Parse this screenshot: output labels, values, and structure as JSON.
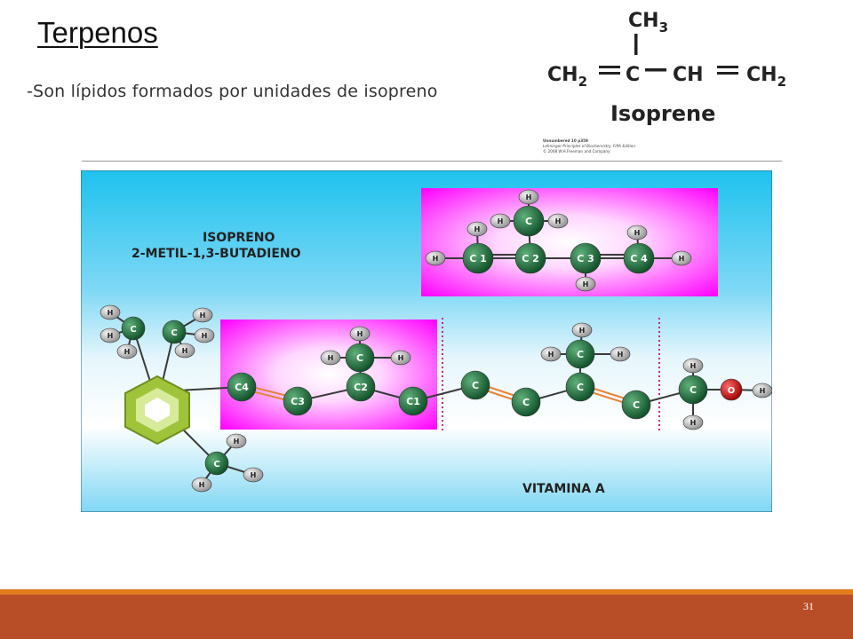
{
  "slide": {
    "title": "Terpenos",
    "bullet": "-Son lípidos formados por unidades de isopreno",
    "page_number": "31"
  },
  "isoprene_figure": {
    "ch3": "CH",
    "ch3_sub": "3",
    "ch2_left": "CH",
    "ch2_left_sub": "2",
    "c_center": "C",
    "ch_mid": "CH",
    "ch2_right": "CH",
    "ch2_right_sub": "2",
    "name": "Isoprene",
    "credit_1": "Unnumbered 10 p359",
    "credit_2": "Lehninger Principles of Biochemistry, Fifth Edition",
    "credit_3": "© 2008 W.H.Freeman and Company"
  },
  "diagram": {
    "label_line1": "ISOPRENO",
    "label_line2": "2-METIL-1,3-BUTADIENO",
    "vitamin_label": "VITAMINA A",
    "atoms": {
      "H": "H",
      "C": "C",
      "O": "O",
      "C1": "C 1",
      "C2": "C 2",
      "C3": "C 3",
      "C4": "C 4",
      "c1": "C1",
      "c2": "C2",
      "c3": "C3",
      "c4": "C4"
    },
    "colors": {
      "panel_top": "#1ec2ee",
      "panel_mid": "#d8f2fb",
      "magenta": "#ff00ff",
      "carbon": "#1e6b3c",
      "hydrogen": "#b9b9b9",
      "oxygen": "#cc0a0a",
      "hexagon": "#9fc43a"
    }
  },
  "footer": {
    "accent_color": "#e07c1c",
    "bar_color": "#b84e28"
  }
}
